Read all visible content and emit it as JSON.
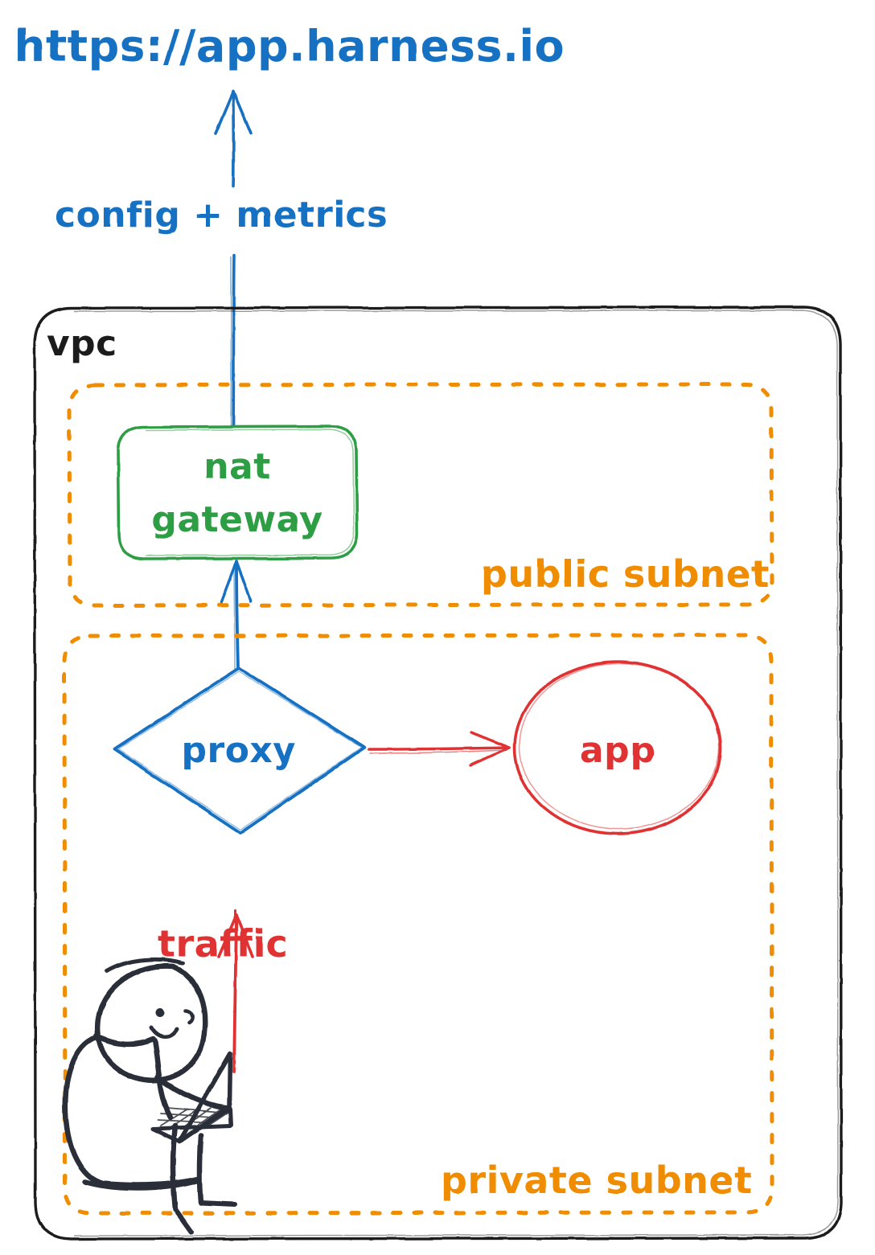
{
  "diagram": {
    "title": "harness delegate vpc network topology",
    "style": "hand-drawn sketch",
    "background_color": "#ffffff",
    "colors": {
      "blue": "#1971c2",
      "green": "#2f9e44",
      "orange": "#f08c00",
      "red": "#e03131",
      "black": "#1e1e1e"
    },
    "external": {
      "url_label": "https://app.harness.io",
      "uplink_edge_label": "config + metrics"
    },
    "vpc": {
      "label": "vpc",
      "subnets": [
        {
          "id": "public",
          "label": "public subnet",
          "nodes": [
            {
              "id": "nat-gateway",
              "label_line1": "nat",
              "label_line2": "gateway",
              "shape": "rounded-rect",
              "color": "#2f9e44"
            }
          ]
        },
        {
          "id": "private",
          "label": "private subnet",
          "nodes": [
            {
              "id": "proxy",
              "label": "proxy",
              "shape": "diamond",
              "color": "#1971c2"
            },
            {
              "id": "app",
              "label": "app",
              "shape": "ellipse",
              "color": "#e03131"
            },
            {
              "id": "user",
              "label": "",
              "shape": "stick-figure-with-laptop",
              "color": "#1e1e1e"
            }
          ]
        }
      ]
    },
    "edges": [
      {
        "id": "nat-to-internet",
        "from": "nat-gateway",
        "to": "https://app.harness.io",
        "label": "config + metrics",
        "color": "#1971c2",
        "direction": "up"
      },
      {
        "id": "proxy-to-nat",
        "from": "proxy",
        "to": "nat-gateway",
        "label": "",
        "color": "#1971c2",
        "direction": "up"
      },
      {
        "id": "proxy-to-app",
        "from": "proxy",
        "to": "app",
        "label": "",
        "color": "#e03131",
        "direction": "right"
      },
      {
        "id": "user-to-proxy",
        "from": "user",
        "to": "proxy",
        "label": "traffic",
        "color": "#e03131",
        "direction": "up"
      }
    ]
  }
}
